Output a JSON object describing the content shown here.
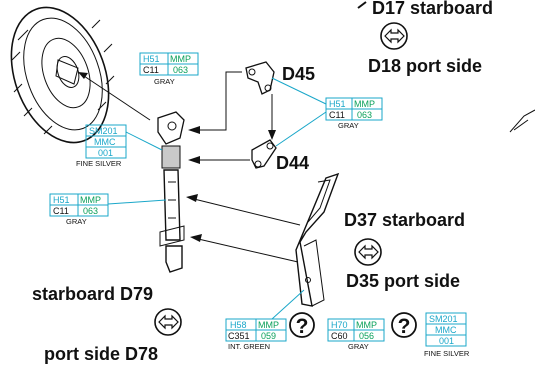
{
  "labels": {
    "d17_starboard": "D17 starboard",
    "d18_port_side": "D18 port side",
    "d45": "D45",
    "d44": "D44",
    "d37_starboard": "D37 starboard",
    "d35_port_side": "D35 port side",
    "starboard_d79": "starboard D79",
    "port_side_d78": "port side D78"
  },
  "color_boxes": {
    "wheel_gray": {
      "code_a": "H51",
      "code_b": "MMP",
      "code_c": "C11",
      "code_d": "063",
      "caption": "GRAY"
    },
    "strut_silver": {
      "code_a": "SM201",
      "code_b": "MMC",
      "code_c": "001",
      "caption": "FINE SILVER"
    },
    "strut_gray": {
      "code_a": "H51",
      "code_b": "MMP",
      "code_c": "C11",
      "code_d": "063",
      "caption": "GRAY"
    },
    "link_gray": {
      "code_a": "H51",
      "code_b": "MMP",
      "code_c": "C11",
      "code_d": "063",
      "caption": "GRAY"
    },
    "int_green": {
      "code_a": "H58",
      "code_b": "MMP",
      "code_c": "C351",
      "code_d": "059",
      "caption": "INT. GREEN"
    },
    "gray_bottom": {
      "code_a": "H70",
      "code_b": "MMP",
      "code_c": "C60",
      "code_d": "056",
      "caption": "GRAY"
    },
    "silver_bottom": {
      "code_a": "SM201",
      "code_b": "MMC",
      "code_c": "001",
      "caption": "FINE SILVER"
    }
  },
  "symbols": {
    "swap": "swap-arrows-icon",
    "question": "?"
  },
  "colors": {
    "cyan": "#1aa7c9",
    "green": "#0aa05a",
    "ink": "#111111"
  }
}
